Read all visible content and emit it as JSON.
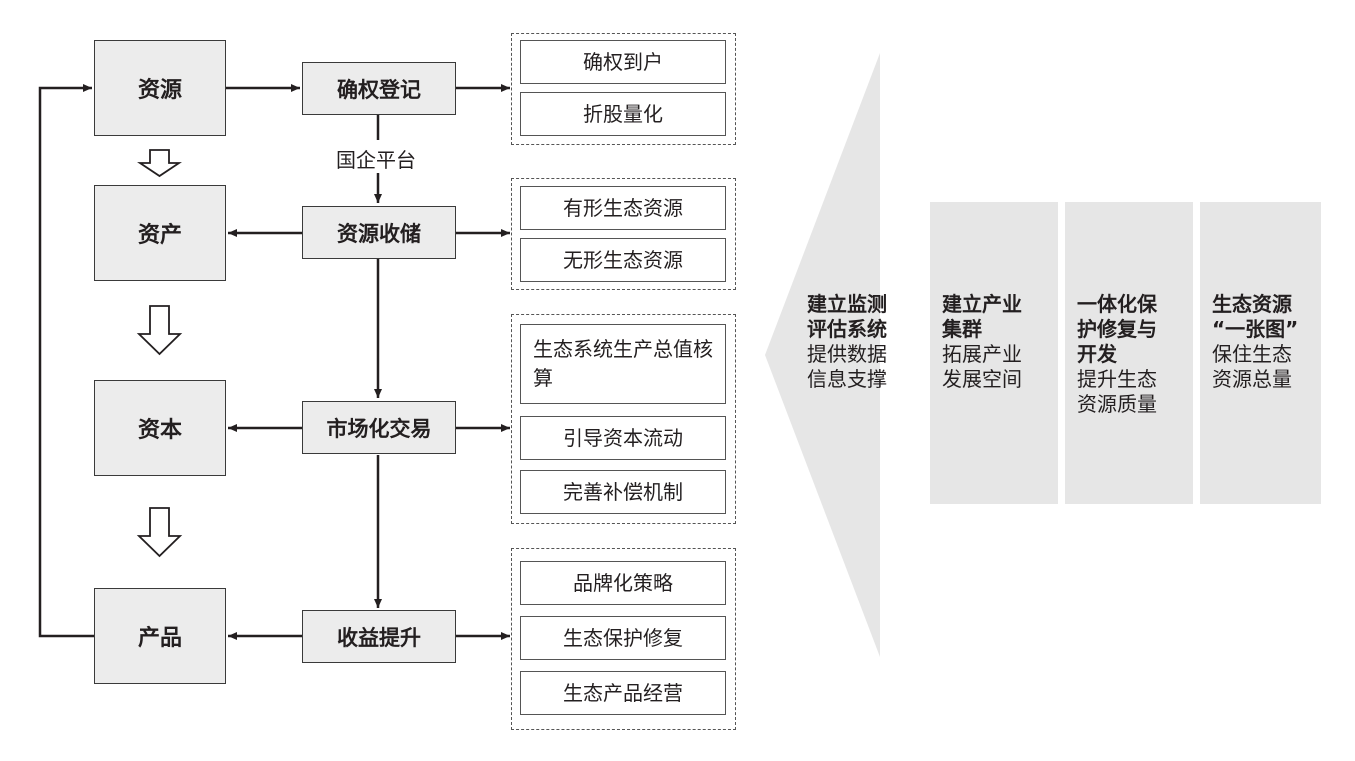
{
  "stages": {
    "resource": "资源",
    "asset": "资产",
    "capital": "资本",
    "product": "产品"
  },
  "processes": {
    "confirm": "确权登记",
    "storage": "资源收储",
    "market": "市场化交易",
    "profit": "收益提升"
  },
  "platform_label": "国企平台",
  "groups": {
    "confirm": [
      "确权到户",
      "折股量化"
    ],
    "storage": [
      "有形生态资源",
      "无形生态资源"
    ],
    "market": [
      "生态系统生产总值核算",
      "引导资本流动",
      "完善补偿机制"
    ],
    "profit": [
      "品牌化策略",
      "生态保护修复",
      "生态产品经营"
    ]
  },
  "arrow_columns": [
    {
      "title_lines": [
        "建立监测",
        "评估系统"
      ],
      "desc_lines": [
        "提供数据",
        "信息支撑"
      ]
    },
    {
      "title_lines": [
        "建立产业",
        "集群"
      ],
      "desc_lines": [
        "拓展产业",
        "发展空间"
      ]
    },
    {
      "title_lines": [
        "一体化保",
        "护修复与",
        "开发"
      ],
      "desc_lines": [
        "提升生态",
        "资源质量"
      ]
    },
    {
      "title_lines": [
        "生态资源",
        "“一张图”"
      ],
      "desc_lines": [
        "保住生态",
        "资源总量"
      ]
    }
  ],
  "colors": {
    "box_fill": "#ececec",
    "line": "#231f20",
    "arrow_fill": "#e6e6e6"
  }
}
